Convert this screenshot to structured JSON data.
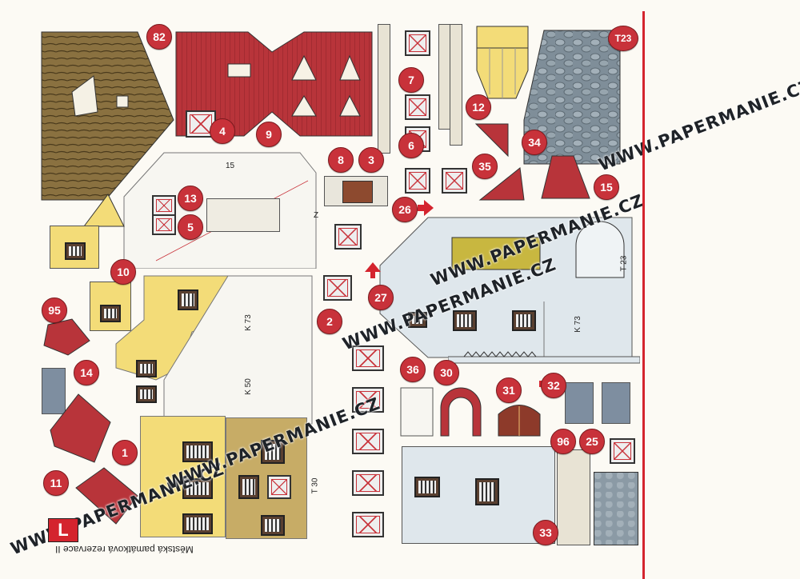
{
  "sheet": {
    "letter": "L",
    "caption": "Městská památková rezervace II",
    "watermark": "WWW.PAPERMANIE.CZ",
    "colors": {
      "brick_red": "#c8323a",
      "roof_brown": "#8a7140",
      "wall_yellow": "#f3dc78",
      "wall_white": "#f4f4f4",
      "stone_blue": "#8b9aa5",
      "cut_line_red": "#d4242e"
    }
  },
  "part_numbers": [
    "82",
    "T23",
    "4",
    "9",
    "7",
    "12",
    "3",
    "6",
    "8",
    "26",
    "35",
    "34",
    "15",
    "13",
    "5",
    "10",
    "95",
    "2",
    "27",
    "14",
    "1",
    "11",
    "36",
    "30",
    "31",
    "32",
    "96",
    "25",
    "33"
  ],
  "labels": {
    "k73": "K 73",
    "k50": "K 50",
    "t30": "T 30",
    "t23": "T 23",
    "n15": "15",
    "z": "Z"
  }
}
